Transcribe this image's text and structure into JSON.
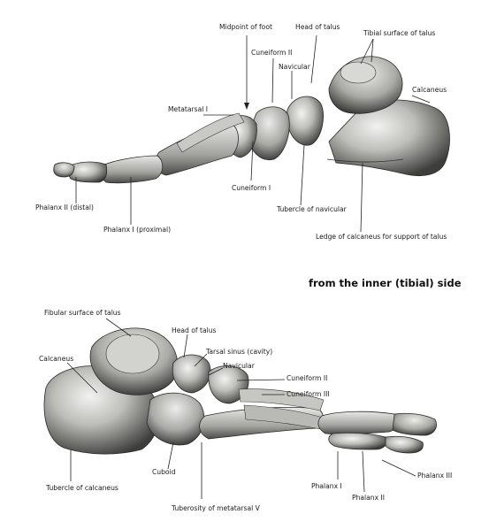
{
  "top_view": {
    "labels": {
      "midpoint_of_foot": "Midpoint of foot",
      "head_of_talus": "Head of talus",
      "tibial_surface_of_talus": "Tibial surface of talus",
      "cuneiform_ii": "Cuneiform II",
      "navicular": "Navicular",
      "metatarsal_i": "Metatarsal I",
      "calcaneus": "Calcaneus",
      "phalanx_ii_distal": "Phalanx II (distal)",
      "cuneiform_i": "Cuneiform I",
      "tubercle_of_navicular": "Tubercle of navicular",
      "phalanx_i_proximal": "Phalanx I (proximal)",
      "ledge_of_calcaneus": "Ledge of calcaneus for support of talus"
    }
  },
  "caption": "from the inner (tibial) side",
  "bottom_view": {
    "labels": {
      "fibular_surface_of_talus": "Fibular surface of talus",
      "head_of_talus": "Head of talus",
      "calcaneus": "Calcaneus",
      "tarsal_sinus": "Tarsal sinus (cavity)",
      "navicular": "Navicular",
      "cuneiform_ii": "Cuneiform II",
      "cuneiform_iii": "Cuneiform III",
      "cuboid": "Cuboid",
      "phalanx_iii": "Phalanx III",
      "tubercle_of_calcaneus": "Tubercle of calcaneus",
      "phalanx_i": "Phalanx I",
      "phalanx_ii": "Phalanx II",
      "tuberosity_of_metatarsal_v": "Tuberosity of metatarsal V"
    }
  }
}
